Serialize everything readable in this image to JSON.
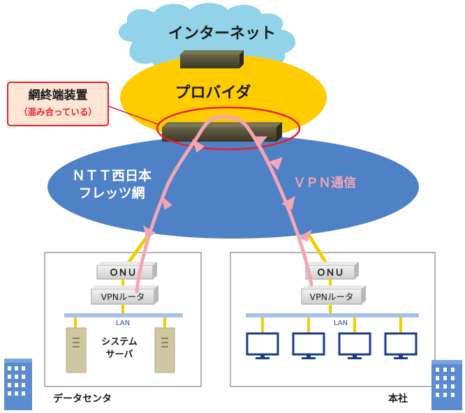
{
  "internet": {
    "label": "インターネット"
  },
  "provider": {
    "label": "プロバイダ"
  },
  "network_terminal": {
    "title": "網終端装置",
    "note": "（混み合っている）"
  },
  "ntt": {
    "line1": "ＮＴＴ西日本",
    "line2": "フレッツ網"
  },
  "vpn": {
    "label": "ＶＰＮ通信"
  },
  "datacenter": {
    "name": "データセンタ",
    "onu": "ＯＮＵ",
    "router": "VPNルータ",
    "lan": "LAN",
    "server_line1": "システム",
    "server_line2": "サーバ"
  },
  "headquarters": {
    "name": "本社",
    "onu": "ＯＮＵ",
    "router": "VPNルータ",
    "lan": "LAN"
  },
  "colors": {
    "cloud": "#92d3ea",
    "provider": "#ffcc00",
    "ntt": "#4f81c7",
    "device": "#4a4630",
    "vpn_path": "#f4a6b3",
    "vpn_text": "#f4a6b3",
    "highlight": "#e8202a",
    "callout_fill": "#fde6d6",
    "lan_bus": "#a8c2e6",
    "link": "#f0d000",
    "monitor": "#1a3a8a",
    "server": "#cfc6a2",
    "building": "#5b8bd0"
  }
}
